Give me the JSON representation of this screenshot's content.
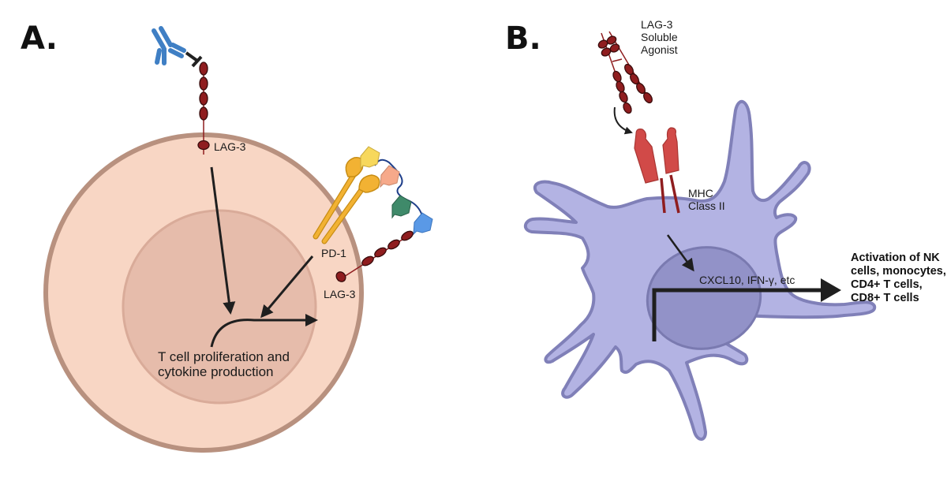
{
  "panels": {
    "a": {
      "label": "A.",
      "labels": {
        "lag3_top": "LAG-3",
        "pd1": "PD-1",
        "lag3_right": "LAG-3",
        "outcome_line1": "T cell proliferation and",
        "outcome_line2": "cytokine production"
      }
    },
    "b": {
      "label": "B.",
      "labels": {
        "agonist_line1": "LAG-3",
        "agonist_line2": "Soluble",
        "agonist_line3": "Agonist",
        "mhc_line1": "MHC",
        "mhc_line2": "Class II",
        "cytokines": "CXCL10, IFN-γ, etc",
        "activation_line1": "Activation of NK",
        "activation_line2": "cells, monocytes,",
        "activation_line3": "CD4+ T cells,",
        "activation_line4": "CD8+ T cells"
      }
    }
  },
  "colors": {
    "t_cell_fill": "#f8d6c4",
    "t_cell_membrane": "#b8917f",
    "nucleus_a_fill": "#e6bcab",
    "dendritic_fill": "#b3b3e3",
    "dendritic_membrane": "#8080b8",
    "nucleus_b_fill": "#9292c8",
    "lag3_bead": "#8f1d1f",
    "antibody": "#3f7fc4",
    "pd1": "#f2b233",
    "mhc": "#d14a48",
    "arrow": "#1f1f1f"
  }
}
